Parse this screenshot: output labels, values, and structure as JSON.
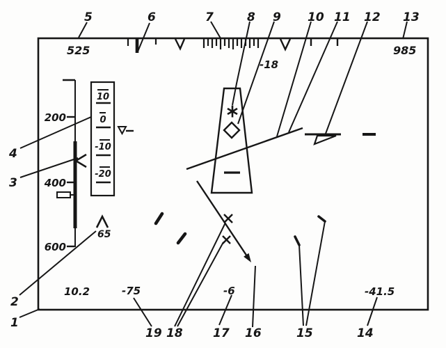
{
  "figure": {
    "background": "#fdfdfc",
    "ink_color": "#161616",
    "description": "Head-up display (HUD) indicator schematic with numbered callouts"
  },
  "heading_scale": {
    "left_readout": "525",
    "right_readout": "985"
  },
  "pitch": {
    "readout": "-18",
    "tape_labels": [
      "10",
      "0",
      "-10",
      "-20"
    ]
  },
  "altitude_scale": {
    "labels": [
      "200",
      "400",
      "600"
    ],
    "marker_value": "65"
  },
  "bottom_readouts": {
    "v1": "10.2",
    "v2": "-75",
    "v3": "-6",
    "v4": "-41.5"
  },
  "callouts": {
    "labels": [
      "1",
      "2",
      "3",
      "4",
      "5",
      "6",
      "7",
      "8",
      "9",
      "10",
      "11",
      "12",
      "13",
      "14",
      "15",
      "16",
      "17",
      "18",
      "19"
    ]
  }
}
